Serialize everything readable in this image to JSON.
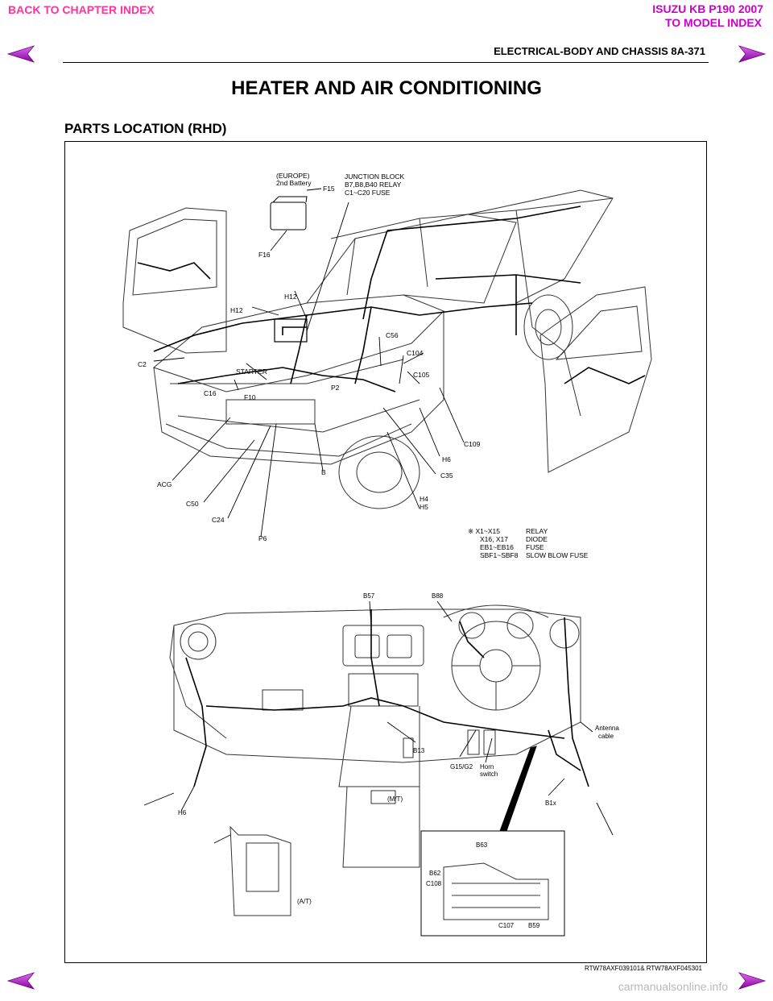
{
  "nav": {
    "back_chapter": "BACK TO CHAPTER INDEX",
    "model_title": "ISUZU KB P190 2007",
    "to_model": "TO MODEL INDEX"
  },
  "header": {
    "section": "ELECTRICAL-BODY AND CHASSIS  8A-371"
  },
  "title": "HEATER AND AIR CONDITIONING",
  "subtitle": "PARTS LOCATION (RHD)",
  "figure": {
    "reference": "RTW78AXF039101& RTW78AXF045301",
    "top_labels": {
      "europe": "(EUROPE)",
      "second_battery": "2nd Battery",
      "f15": "F15",
      "junction_block": "JUNCTION BLOCK",
      "relay": "B7,B8,B40 RELAY",
      "fuse": "C1~C20 FUSE",
      "f16": "F16",
      "h12a": "H12",
      "h12b": "H12",
      "c56": "C56",
      "c104": "C104",
      "c105": "C105",
      "c2": "C2",
      "starter": "STARTER",
      "c16": "C16",
      "f10": "F10",
      "p2": "P2",
      "c109": "C109",
      "h6": "H6",
      "c35": "C35",
      "acg": "ACG",
      "c50": "C50",
      "c24": "C24",
      "p6": "P6",
      "b": "B",
      "h4": "H4",
      "h5": "H5"
    },
    "legend": [
      {
        "code": "※ X1~X15",
        "desc": "RELAY"
      },
      {
        "code": "X16, X17",
        "desc": "DIODE"
      },
      {
        "code": "EB1~EB16",
        "desc": "FUSE"
      },
      {
        "code": "SBF1~SBF8",
        "desc": "SLOW BLOW FUSE"
      }
    ],
    "dash_labels": {
      "b57": "B57",
      "b88": "B88",
      "antenna": "Antenna",
      "cable": "cable",
      "h6": "H6",
      "b13": "B13",
      "g15g2": "G15/G2",
      "horn": "Horn",
      "switch": "switch",
      "mt": "(M/T)",
      "at": "(A/T)",
      "b1x": "B1x",
      "b63": "B63",
      "b62": "B62",
      "c108": "C108",
      "c107": "C107",
      "b59": "B59"
    }
  },
  "watermark": "carmanualsonline.info",
  "colors": {
    "back_link": "#ff3399",
    "model_link": "#cc00cc",
    "arrow_fill": "#c000c0"
  }
}
